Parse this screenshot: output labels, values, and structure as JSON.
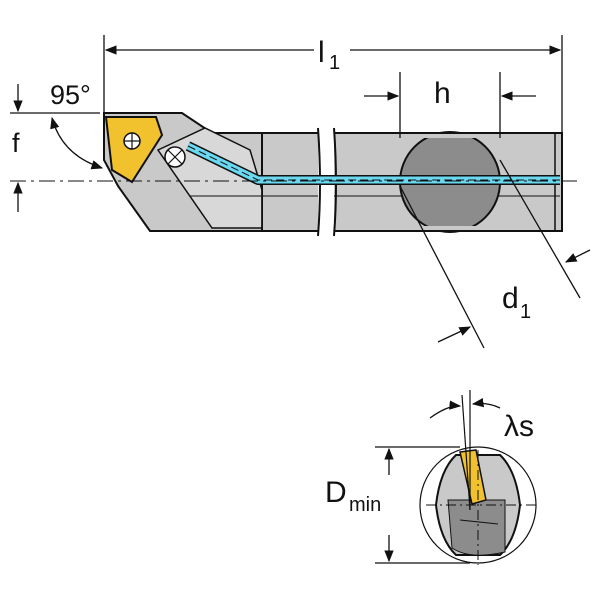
{
  "labels": {
    "l": "l",
    "l_sub": "1",
    "h": "h",
    "angle": "95°",
    "f": "f",
    "d": "d",
    "d_sub": "1",
    "dmin": "D",
    "dmin_sub": "min",
    "lambda": "λs"
  },
  "colors": {
    "body": "#c9c9c9",
    "body_dark": "#9e9e9e",
    "insert": "#f2c12e",
    "coolant": "#6ad8f0",
    "section": "#8c8c8c",
    "line": "#111111"
  }
}
